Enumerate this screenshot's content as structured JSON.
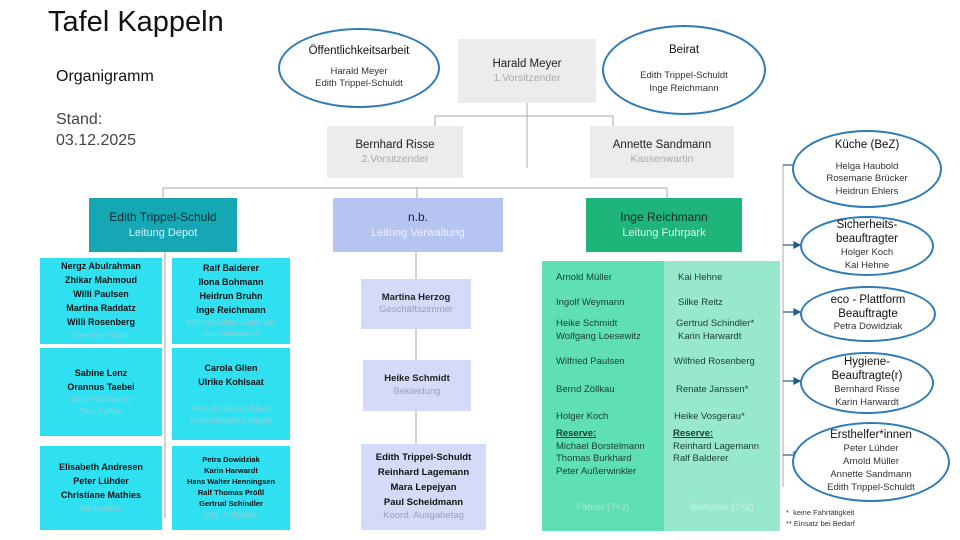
{
  "header": {
    "title": "Tafel Kappeln",
    "subtitle": "Organigramm",
    "stand_label": "Stand:",
    "stand_date": "03.12.2025"
  },
  "top": {
    "chair": {
      "name": "Harald Meyer",
      "role": "1.Vorsitzender"
    },
    "vice": {
      "name": "Bernhard Risse",
      "role": "2.Vorsitzender"
    },
    "treasurer": {
      "name": "Annette Sandmann",
      "role": "Kassenwartin"
    },
    "pr": {
      "title": "Öffentlichkeitsarbeit",
      "people": [
        "Harald Meyer",
        "Edith Trippel-Schuldt"
      ]
    },
    "board": {
      "title": "Beirat",
      "people": [
        "Edith Trippel-Schuldt",
        "Inge Reichmann"
      ]
    }
  },
  "depot": {
    "head": {
      "name": "Edith Trippel-Schuld",
      "role": "Leitung Depot"
    },
    "groups": [
      {
        "people": [
          "Nergz Abulrahman",
          "Zhikar Mahmoud",
          "Willi Paulsen",
          "Martina Raddatz",
          "Willi Rosenberg"
        ],
        "category": "Gemüse/ Salat"
      },
      {
        "people": [
          "Ralf Balderer",
          "Ilona Bohmann",
          "Heidrun Bruhn",
          "Inge Reichmann"
        ],
        "category": "Milchprodukte/ Getränke/ Haushaltswaren"
      },
      {
        "people": [
          "Sabine Lenz",
          "Orannus Taebei"
        ],
        "category": "Obst/ Süßwaren/ Tee/ Kaffee"
      },
      {
        "people": [
          "Carola Glien",
          "Ulrike Kohlsaat"
        ],
        "category": "Fleisch/ Wurst/ Käse/ Kolonialwaren/ Vegan"
      },
      {
        "people": [
          "Elisabeth Andresen",
          "Peter Lühder",
          "Christiane Mathies"
        ],
        "category": "Backwaren"
      },
      {
        "people": [
          "Petra Dowidziak",
          "Karin Harwardt",
          "Hans Walter Henningsen",
          "Ralf Thomas Prößl",
          "Gertrud Schindler"
        ],
        "category": "Udg. Aufgaben"
      }
    ]
  },
  "admin": {
    "head": {
      "name": "n.b.",
      "role": "Leitung Verwaltung"
    },
    "units": [
      {
        "people": [
          "Martina Herzog"
        ],
        "role": "Geschäftszimmer"
      },
      {
        "people": [
          "Heike Schmidt"
        ],
        "role": "Bekleidung"
      },
      {
        "people": [
          "Edith Trippel-Schuldt",
          "Reinhard Lagemann",
          "Mara Lepejyan",
          "Paul Scheidmann"
        ],
        "role": "Koord. Ausgabetag"
      }
    ]
  },
  "fleet": {
    "head": {
      "name": "Inge Reichmann",
      "role": "Leitung Fuhrpark"
    },
    "drivers": {
      "label": "Fahrer (7+2)",
      "entries": [
        [
          "Arnold Müller"
        ],
        [
          "Ingolf Weymann"
        ],
        [
          "Heike Schmidt",
          "Wolfgang Loesewitz"
        ],
        [
          "Wilfried Paulsen"
        ],
        [
          "Bernd Zöllkau"
        ],
        [
          "Holger Koch"
        ]
      ],
      "reserve_label": "Reserve:",
      "reserve": [
        "Michael Borstelmann",
        "Thomas Burkhard",
        "Peter Außerwinkler"
      ]
    },
    "codrivers": {
      "label": "Beifahrer (7+2)",
      "entries": [
        [
          "Kai Hehne"
        ],
        [
          "Silke Reitz"
        ],
        [
          "Gertrud Schindler*",
          "Karin Harwardt"
        ],
        [
          "Wilfried Rosenberg"
        ],
        [
          "Renate Janssen*"
        ],
        [
          "Heike Vosgerau*"
        ]
      ],
      "reserve_label": "Reserve:",
      "reserve": [
        "Reinhard Lagemann",
        "Ralf Balderer"
      ]
    }
  },
  "side": [
    {
      "title": "Küche (BeZ)",
      "people": [
        "Helga Haubold",
        "Rosemarie Brücker",
        "Heidrun Ehlers"
      ]
    },
    {
      "title": "Sicherheits-\nbeauftragter",
      "people": [
        "Holger Koch",
        "Kai Hehne"
      ]
    },
    {
      "title": "eco - Plattform\nBeauftragte",
      "people": [
        "Petra Dowidziak"
      ]
    },
    {
      "title": "Hygiene-\nBeauftragte(r)",
      "people": [
        "Bernhard Risse",
        "Karin Harwardt"
      ]
    },
    {
      "title": "Ersthelfer*innen",
      "people": [
        "Peter Lühder",
        "Arnold Müller",
        "Annette Sandmann",
        "Edith Trippel-Schuldt"
      ]
    }
  ],
  "footnotes": [
    "*  keine Fahrtätigkeit",
    "** Einsatz bei Bedarf"
  ],
  "colors": {
    "cyan": "#2ee0f0",
    "teal": "#16a7b4",
    "lavender": "#b6c4f2",
    "green": "#1fb57a",
    "mint": "#5ee0b4",
    "oval_border": "#2f7bb8"
  }
}
